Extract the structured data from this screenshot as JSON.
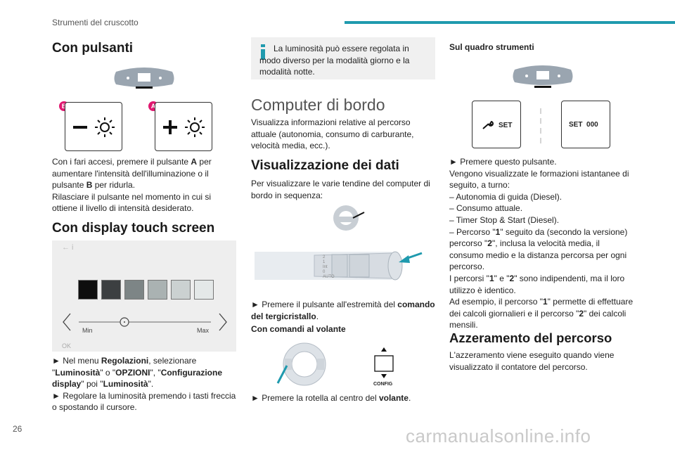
{
  "header": {
    "section": "Strumenti del cruscotto"
  },
  "page_number": "26",
  "footer": "carmanualsonline.info",
  "col1": {
    "heading_buttons": "Con pulsanti",
    "badge_b": "B",
    "badge_a": "A",
    "para_buttons": [
      {
        "t": "Con i fari accesi, premere il pulsante "
      },
      {
        "b": "A"
      },
      {
        "t": " per aumentare l'intensità dell'illuminazione o il pulsante "
      },
      {
        "b": "B"
      },
      {
        "t": " per ridurla."
      }
    ],
    "para_buttons2": "Rilasciare il pulsante nel momento in cui si ottiene il livello di intensità desiderato.",
    "heading_touch": "Con display touch screen",
    "touch": {
      "back": "← i",
      "min": "Min",
      "max": "Max",
      "ok": "OK"
    },
    "para_touch": "► Nel menu Regolazioni, selezionare \"Luminosità\" o \"OPZIONI\", \"Configurazione display\" poi \"Luminosità\".",
    "para_touch_parts": [
      {
        "t": "► Nel menu "
      },
      {
        "b": "Regolazioni"
      },
      {
        "t": ", selezionare \""
      },
      {
        "b": "Luminosità"
      },
      {
        "t": "\" o \""
      },
      {
        "b": "OPZIONI"
      },
      {
        "t": "\", \""
      },
      {
        "b": "Configurazione display"
      },
      {
        "t": "\" poi \""
      },
      {
        "b": "Luminosità"
      },
      {
        "t": "\"."
      }
    ],
    "para_touch2": "► Regolare la luminosità premendo i tasti freccia o spostando il cursore."
  },
  "col2": {
    "info": "La luminosità può essere regolata in modo diverso per la modalità giorno e la modalità notte.",
    "heading_computer": "Computer di bordo",
    "para_computer": "Visualizza informazioni relative al percorso attuale (autonomia, consumo di carburante, velocità media, ecc.).",
    "heading_dati": "Visualizzazione dei dati",
    "para_dati": "Per visualizzare le varie tendine del computer di bordo in sequenza:",
    "stalk_labels": [
      "2",
      "1",
      "Int",
      "0",
      "AUTO"
    ],
    "para_stalk_parts": [
      {
        "t": "► Premere il pulsante all'estremità del "
      },
      {
        "b": "comando del tergicristallo"
      },
      {
        "t": "."
      }
    ],
    "heading_volante": "Con comandi al volante",
    "config_label": "CONFIG",
    "para_volante_parts": [
      {
        "t": "► Premere la rotella al centro del  "
      },
      {
        "b": "volante"
      },
      {
        "t": "."
      }
    ]
  },
  "col3": {
    "heading_quadro": "Sul quadro strumenti",
    "set_label": "SET",
    "set_display": "SET  000",
    "para_quadro": "► Premere questo pulsante.",
    "para_intro": "Vengono visualizzate le formazioni istantanee di seguito, a turno:",
    "list": [
      "– Autonomia di guida (Diesel).",
      "– Consumo attuale.",
      "– Timer Stop & Start (Diesel)."
    ],
    "percorso_parts": [
      {
        "t": "– Percorso \""
      },
      {
        "b": "1"
      },
      {
        "t": "\" seguito da (secondo la versione) percorso \""
      },
      {
        "b": "2"
      },
      {
        "t": "\", inclusa la velocità media, il consumo medio e la distanza percorsa per ogni percorso."
      }
    ],
    "indip_parts": [
      {
        "t": "I percorsi \""
      },
      {
        "b": "1"
      },
      {
        "t": "\" e \""
      },
      {
        "b": "2"
      },
      {
        "t": "\" sono indipendenti, ma il loro utilizzo è identico."
      }
    ],
    "esempio_parts": [
      {
        "t": "Ad esempio, il percorso \""
      },
      {
        "b": "1"
      },
      {
        "t": "\" permette di effettuare dei calcoli giornalieri e il percorso \""
      },
      {
        "b": "2"
      },
      {
        "t": "\" dei calcoli mensili."
      }
    ],
    "heading_azzeramento": "Azzeramento del percorso",
    "para_azzeramento": "L'azzeramento viene eseguito quando viene visualizzato il contatore del percorso."
  },
  "colors": {
    "accent": "#1f9aae",
    "badge": "#e0176f",
    "swatches": [
      "#0e0e0e",
      "#3c3f41",
      "#7d8586",
      "#aab2b2",
      "#cbd1d1",
      "#e4e8e8"
    ]
  }
}
